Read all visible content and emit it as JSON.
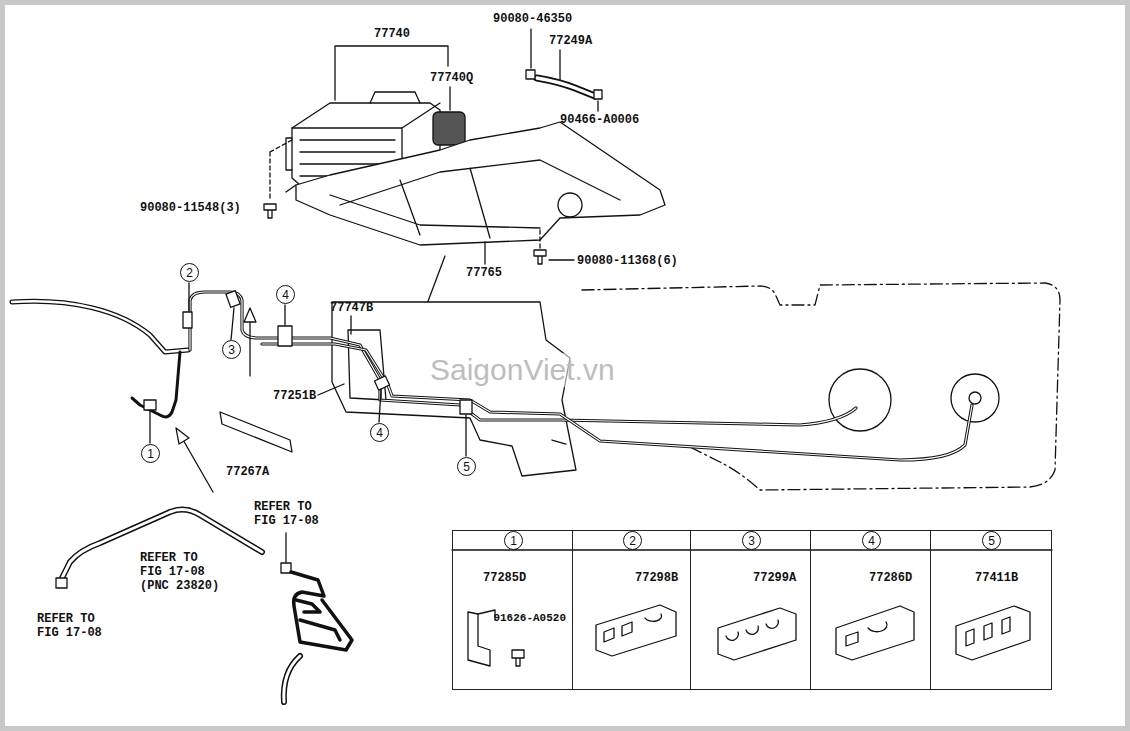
{
  "diagram": {
    "nodes": [
      {
        "text": [
          "2"
        ]
      },
      {
        "text": [
          "4"
        ]
      },
      {
        "text": [
          "3"
        ]
      },
      {
        "text": [
          "4"
        ]
      },
      {
        "text": [
          "1"
        ]
      },
      {
        "text": [
          "5"
        ]
      },
      {
        "text": [
          "77285D",
          "91626-A0520"
        ]
      },
      {
        "text": [
          "1"
        ],
        "in": 6
      },
      {
        "text": [
          "77298B"
        ]
      },
      {
        "text": [
          "2"
        ],
        "in": 8
      },
      {
        "text": [
          "77299A"
        ]
      },
      {
        "text": [
          "3"
        ],
        "in": 10
      },
      {
        "text": [
          "77286D"
        ]
      },
      {
        "text": [
          "4"
        ],
        "in": 12
      },
      {
        "text": [
          "77411B"
        ]
      },
      {
        "text": [
          "5"
        ],
        "in": 14
      }
    ],
    "labels": [
      "77740",
      "90080-46350",
      "77249A",
      "77740Q",
      "90466-A0006",
      "90080-11548(3)",
      "77765",
      "90080-11368(6)",
      "77747B",
      "77251B",
      "77267A",
      "REFER TO FIG 17-08",
      "REFER TO FIG 17-08 (PNC 23820)",
      "REFER TO FIG 17-08",
      "SaigonViet.vn"
    ]
  }
}
